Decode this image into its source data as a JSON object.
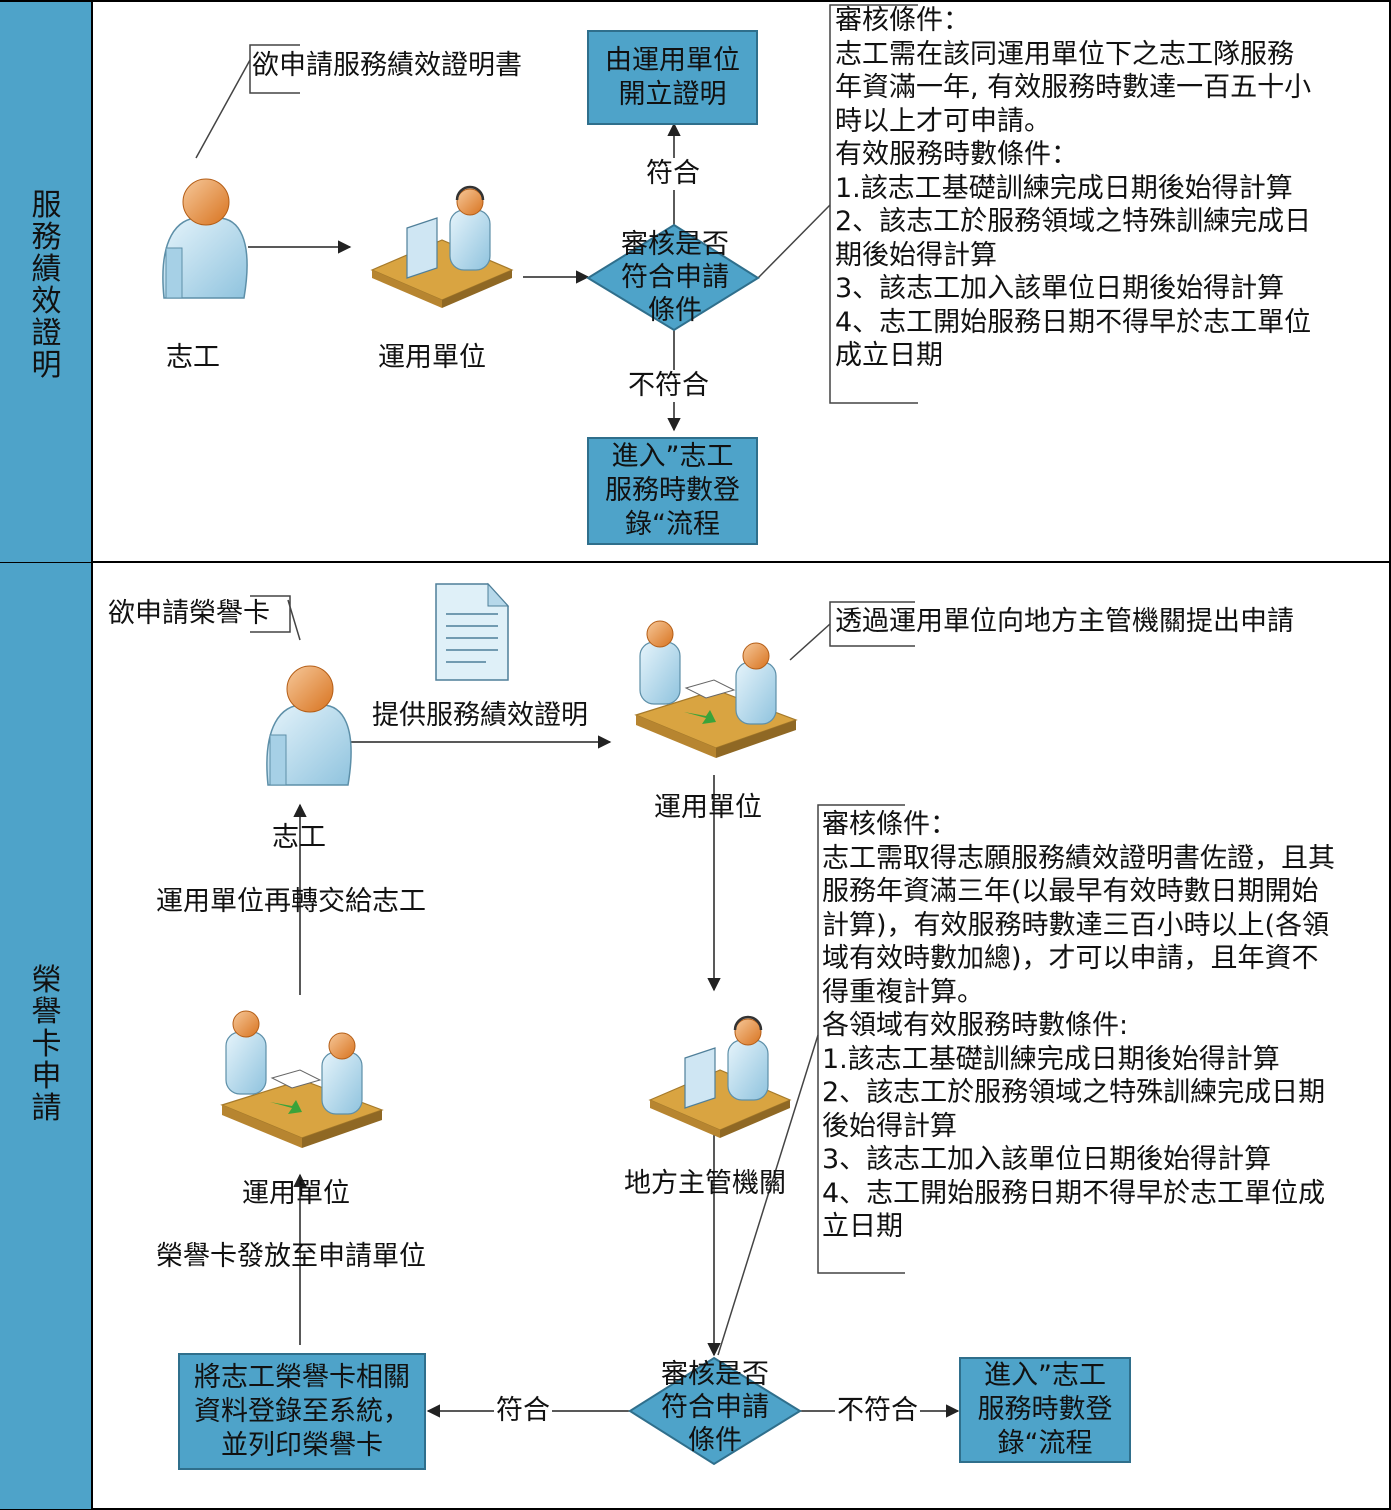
{
  "lanes": [
    {
      "label": "服務績效證明"
    },
    {
      "label": "榮譽卡申請"
    }
  ],
  "lane1": {
    "callout_volunteer": "欲申請服務績效證明書",
    "actor_volunteer": "志工",
    "actor_unit": "運用單位",
    "decision": [
      "審核是否",
      "符合申請",
      "條件"
    ],
    "yes_label": "符合",
    "no_label": "不符合",
    "box_issue": [
      "由運用單位",
      "開立證明"
    ],
    "box_enter": [
      "進入”志工",
      "服務時數登",
      "錄“流程"
    ],
    "conditions": [
      "審核條件：",
      "志工需在該同運用單位下之志工隊服務",
      "年資滿一年, 有效服務時數達一百五十小",
      "時以上才可申請。",
      "有效服務時數條件：",
      "1.該志工基礎訓練完成日期後始得計算",
      "2、該志工於服務領域之特殊訓練完成日",
      "期後始得計算",
      "3、該志工加入該單位日期後始得計算",
      "4、志工開始服務日期不得早於志工單位",
      "成立日期"
    ]
  },
  "lane2": {
    "callout_volunteer": "欲申請榮譽卡",
    "callout_unit": "透過運用單位向地方主管機關提出申請",
    "actor_volunteer": "志工",
    "actor_unit_top": "運用單位",
    "actor_unit_bottom": "運用單位",
    "actor_authority": "地方主管機關",
    "edge_provide": "提供服務績效證明",
    "edge_return": "運用單位再轉交給志工",
    "edge_dispatch": "榮譽卡發放至申請單位",
    "decision": [
      "審核是否",
      "符合申請",
      "條件"
    ],
    "yes_label": "符合",
    "no_label": "不符合",
    "box_register": [
      "將志工榮譽卡相關",
      "資料登錄至系統，",
      "並列印榮譽卡"
    ],
    "box_enter": [
      "進入”志工",
      "服務時數登",
      "錄“流程"
    ],
    "conditions": [
      "審核條件：",
      "志工需取得志願服務績效證明書佐證，且其",
      "服務年資滿三年(以最早有效時數日期開始",
      "計算)，有效服務時數達三百小時以上(各領",
      "域有效時數加總)，才可以申請，且年資不",
      "得重複計算。",
      "各領域有效服務時數條件:",
      "1.該志工基礎訓練完成日期後始得計算",
      "2、該志工於服務領域之特殊訓練完成日期",
      "後始得計算",
      "3、該志工加入該單位日期後始得計算",
      "4、志工開始服務日期不得早於志工單位成",
      "立日期"
    ]
  },
  "colors": {
    "lane_fill": "#4ea3c9",
    "box_fill": "#4ea3c9",
    "person_head": "#e98c3c",
    "person_body": "#bfe0f2",
    "desk": "#d9a441"
  }
}
